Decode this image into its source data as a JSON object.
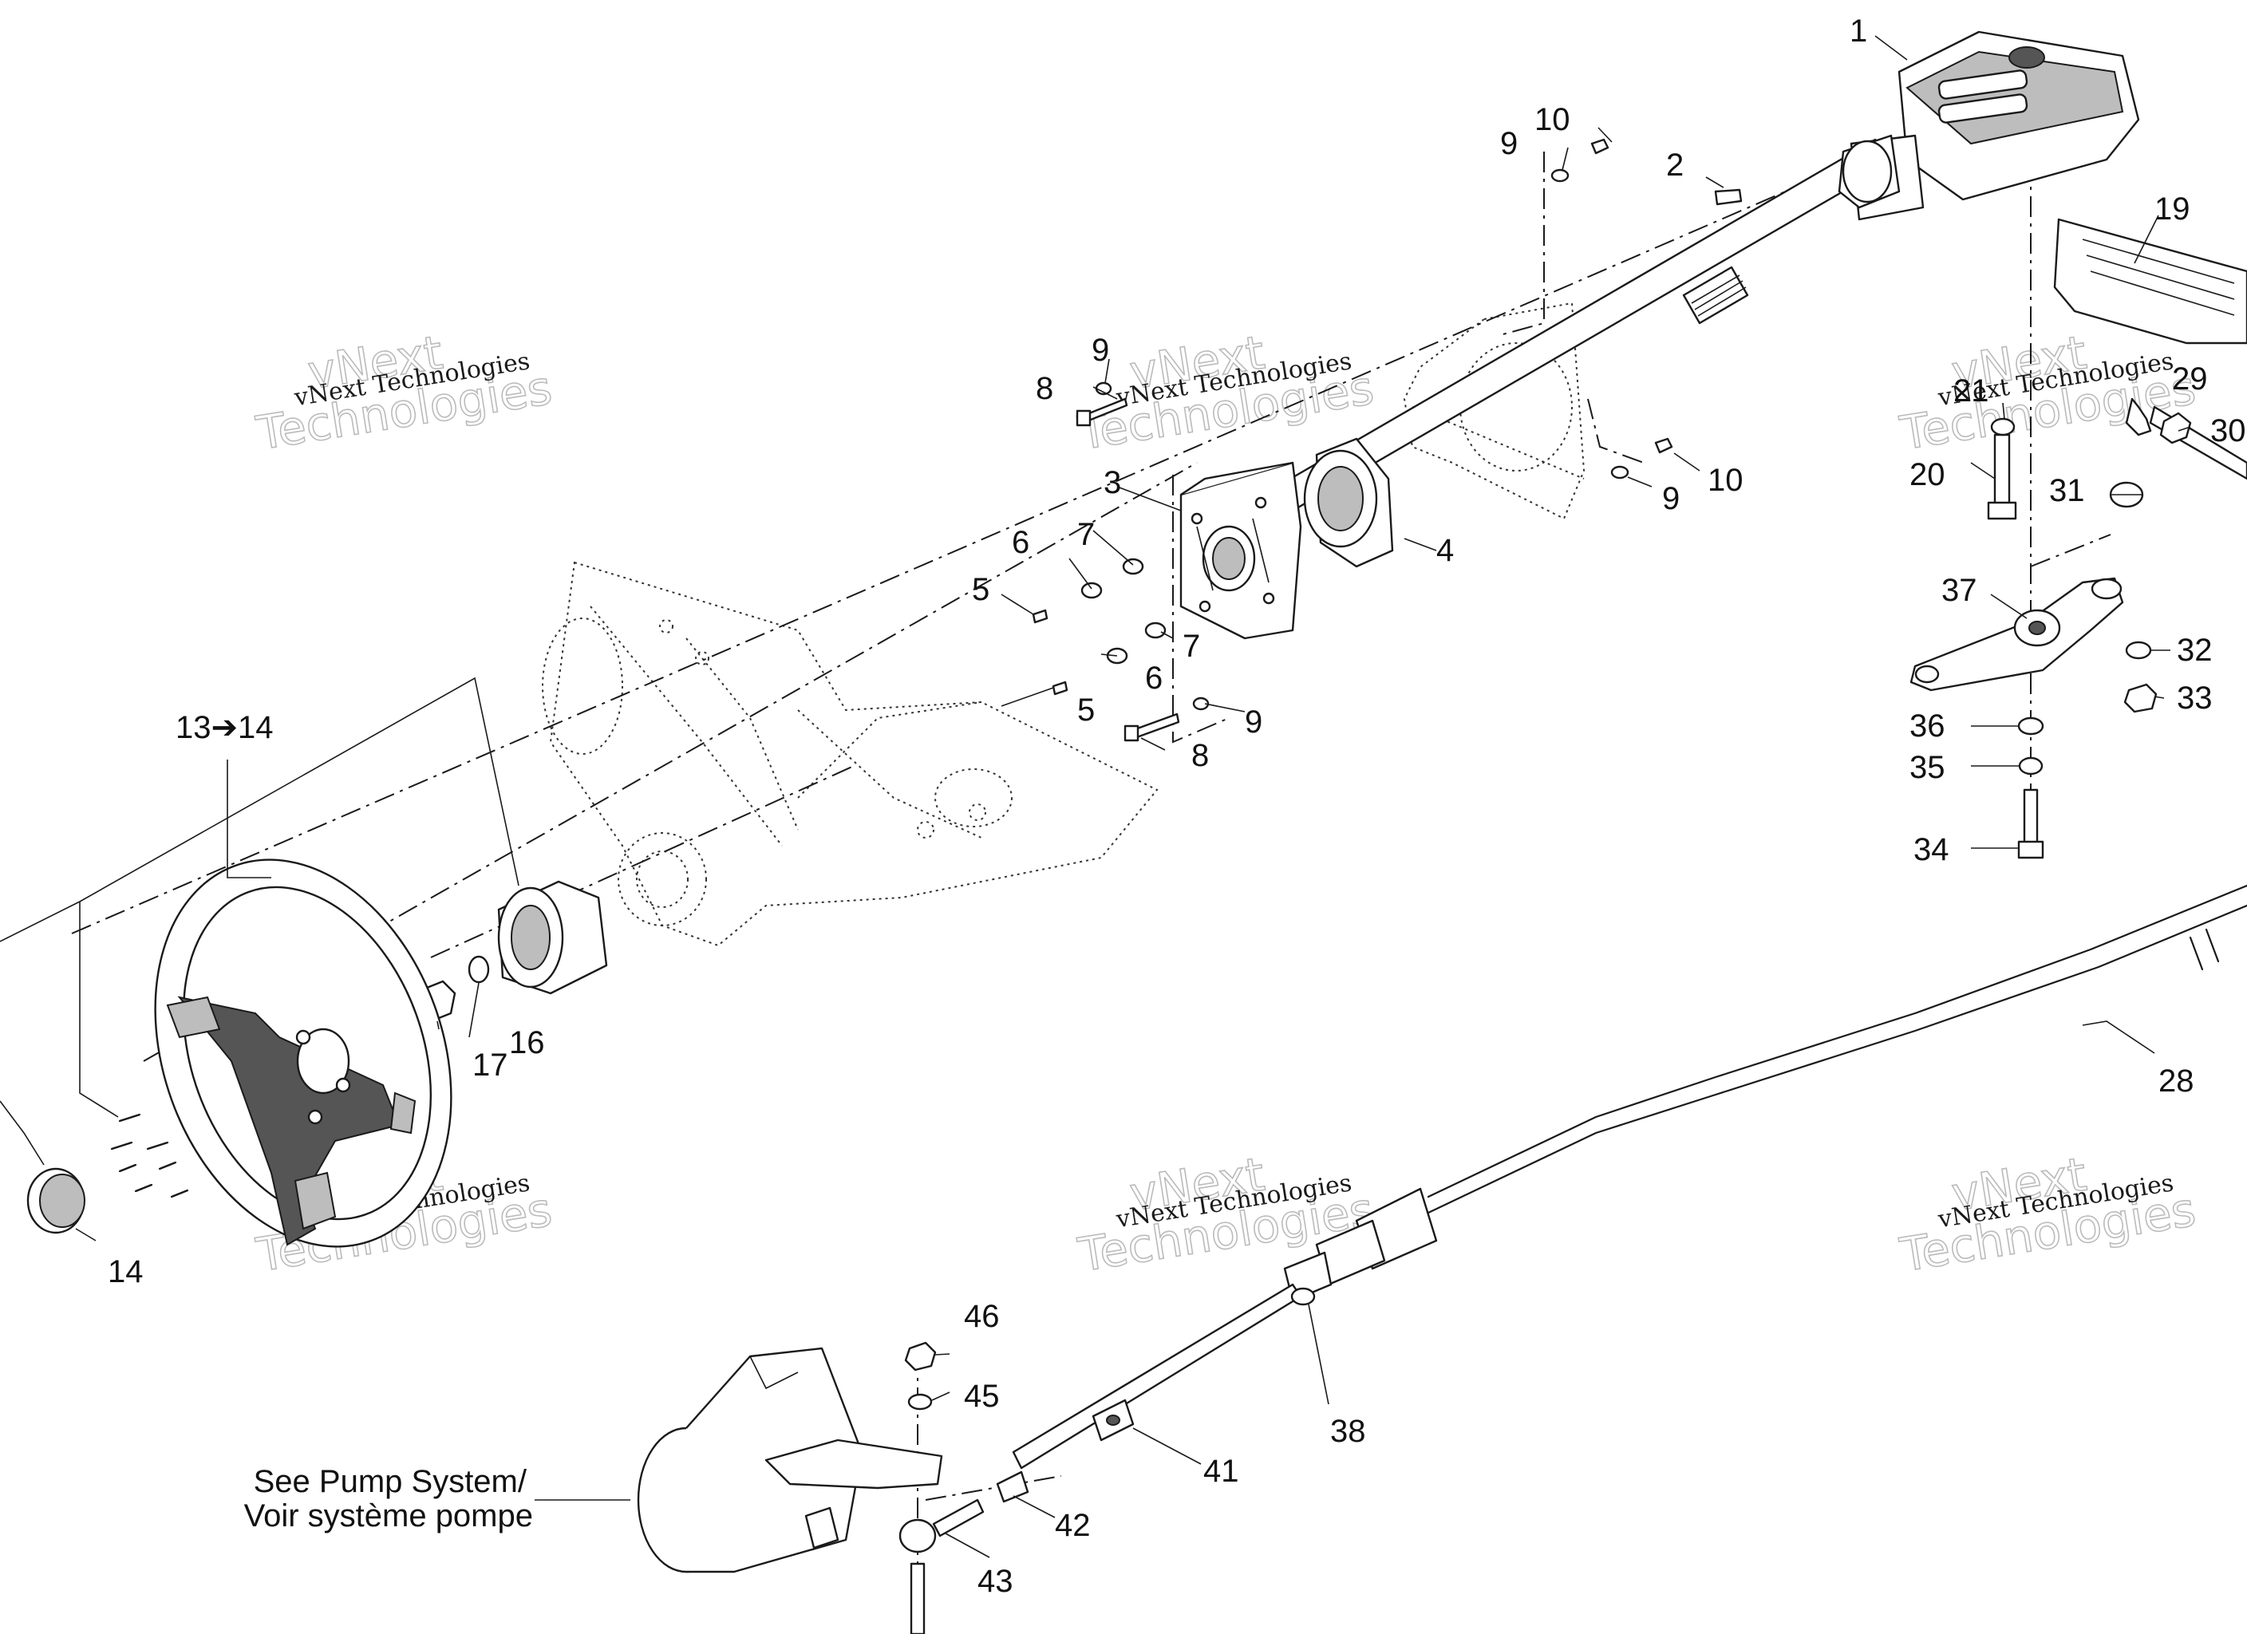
{
  "diagram": {
    "callouts": [
      "1",
      "2",
      "3",
      "4",
      "5",
      "5",
      "6",
      "6",
      "7",
      "7",
      "8",
      "8",
      "9",
      "9",
      "9",
      "9",
      "10",
      "10",
      "13➔14",
      "14",
      "16",
      "17",
      "19",
      "20",
      "21",
      "28",
      "29",
      "30",
      "31",
      "32",
      "33",
      "34",
      "35",
      "36",
      "37",
      "38",
      "41",
      "42",
      "43",
      "45",
      "46"
    ],
    "reference_note": [
      "See Pump System/",
      "Voir système pompe"
    ],
    "watermark": {
      "line1": "vNext Technologies",
      "logo": [
        "vNext",
        "Technologies"
      ]
    }
  }
}
